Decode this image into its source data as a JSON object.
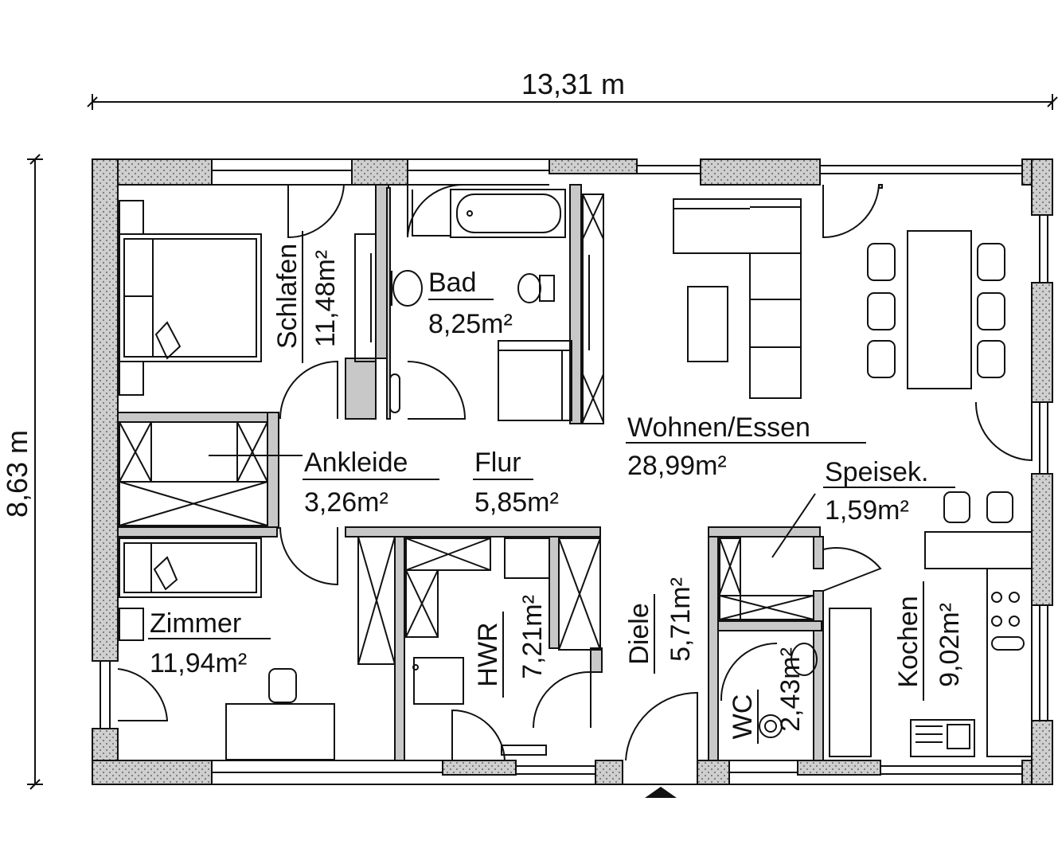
{
  "dimensions": {
    "width": "13,31 m",
    "height": "8,63 m"
  },
  "rooms": {
    "schlafen": {
      "name": "Schlafen",
      "area": "11,48m²"
    },
    "bad": {
      "name": "Bad",
      "area": "8,25m²"
    },
    "ankleide": {
      "name": "Ankleide",
      "area": "3,26m²"
    },
    "flur": {
      "name": "Flur",
      "area": "5,85m²"
    },
    "wohnen": {
      "name": "Wohnen/Essen",
      "area": "28,99m²"
    },
    "speisek": {
      "name": "Speisek.",
      "area": "1,59m²"
    },
    "zimmer": {
      "name": "Zimmer",
      "area": "11,94m²"
    },
    "hwr": {
      "name": "HWR",
      "area": "7,21m²"
    },
    "diele": {
      "name": "Diele",
      "area": "5,71m²"
    },
    "wc": {
      "name": "WC",
      "area": "2,43m²"
    },
    "kochen": {
      "name": "Kochen",
      "area": "9,02m²"
    }
  },
  "colors": {
    "wall_fill": "#c8c8c8",
    "line": "#111111"
  }
}
